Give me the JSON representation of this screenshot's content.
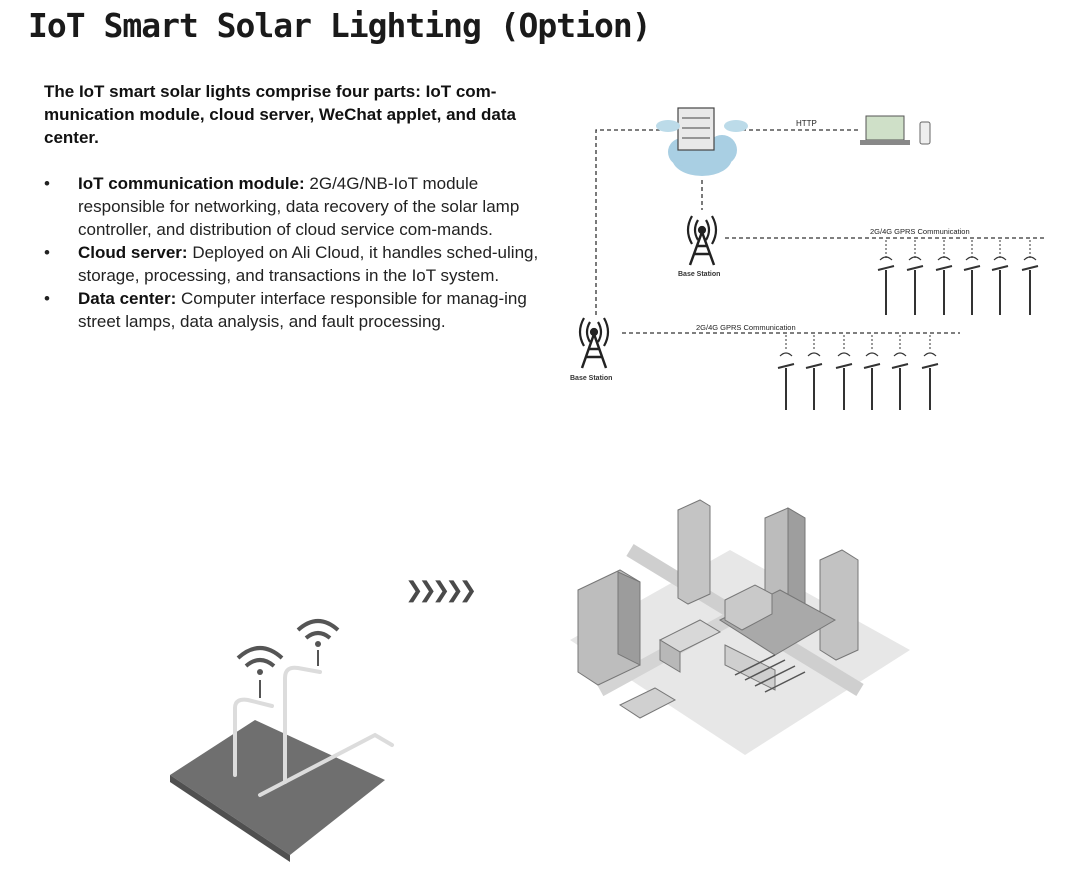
{
  "title": "IoT Smart Solar Lighting (Option)",
  "intro": "The IoT smart solar lights comprise four parts: IoT com-munication module, cloud server, WeChat applet, and data center.",
  "points": [
    {
      "term": "IoT communication module:",
      "text": " 2G/4G/NB-IoT module responsible for networking, data recovery of the solar lamp controller, and distribution of cloud service com-mands."
    },
    {
      "term": "Cloud server:",
      "text": " Deployed on Ali Cloud, it handles sched-uling, storage, processing, and transactions in the IoT system."
    },
    {
      "term": "Data center:",
      "text": " Computer interface responsible for manag-ing street lamps, data analysis, and fault processing."
    }
  ],
  "diagram": {
    "http_label": "HTTP",
    "comm_label": "2G/4G GPRS Communication",
    "base_station_label": "Base Station"
  },
  "arrows_glyph": "❯❯❯❯❯",
  "colors": {
    "line": "#333333",
    "cloud": "#a9cfe3",
    "platform": "#6f6f6f",
    "building": "#b9b9b9"
  }
}
